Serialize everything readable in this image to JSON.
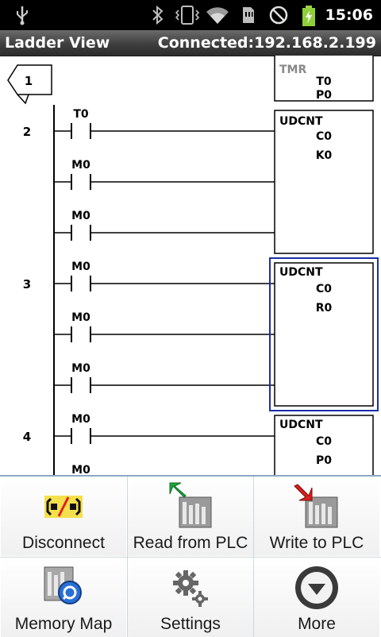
{
  "status_bar": {
    "time": "15:06",
    "icons": [
      "usb-icon",
      "bluetooth-icon",
      "vibrate-icon",
      "wifi-icon",
      "sdcard-icon",
      "no-signal-icon",
      "battery-charging-icon"
    ]
  },
  "title_bar": {
    "title": "Ladder View",
    "connection": "Connected:192.168.2.199"
  },
  "ladder": {
    "rungs": [
      {
        "number": "1",
        "block": {
          "lines": [
            "TMR",
            "T0",
            "P0"
          ]
        }
      },
      {
        "number": "2",
        "contacts": [
          "T0",
          "M0",
          "M0"
        ],
        "block": {
          "lines": [
            "UDCNT",
            "C0",
            "K0"
          ]
        }
      },
      {
        "number": "3",
        "contacts": [
          "M0",
          "M0",
          "M0"
        ],
        "block": {
          "lines": [
            "UDCNT",
            "C0",
            "R0"
          ],
          "selected": true
        }
      },
      {
        "number": "4",
        "contacts": [
          "M0",
          "M0"
        ],
        "block": {
          "lines": [
            "UDCNT",
            "C0",
            "P0"
          ]
        }
      }
    ],
    "selection_color": "#1a2fa8"
  },
  "menu": {
    "items": [
      {
        "label": "Disconnect",
        "icon": "disconnect-icon"
      },
      {
        "label": "Read from PLC",
        "icon": "read-from-plc-icon"
      },
      {
        "label": "Write to PLC",
        "icon": "write-to-plc-icon"
      },
      {
        "label": "Memory Map",
        "icon": "memory-map-icon"
      },
      {
        "label": "Settings",
        "icon": "settings-icon"
      },
      {
        "label": "More",
        "icon": "more-icon"
      }
    ]
  }
}
